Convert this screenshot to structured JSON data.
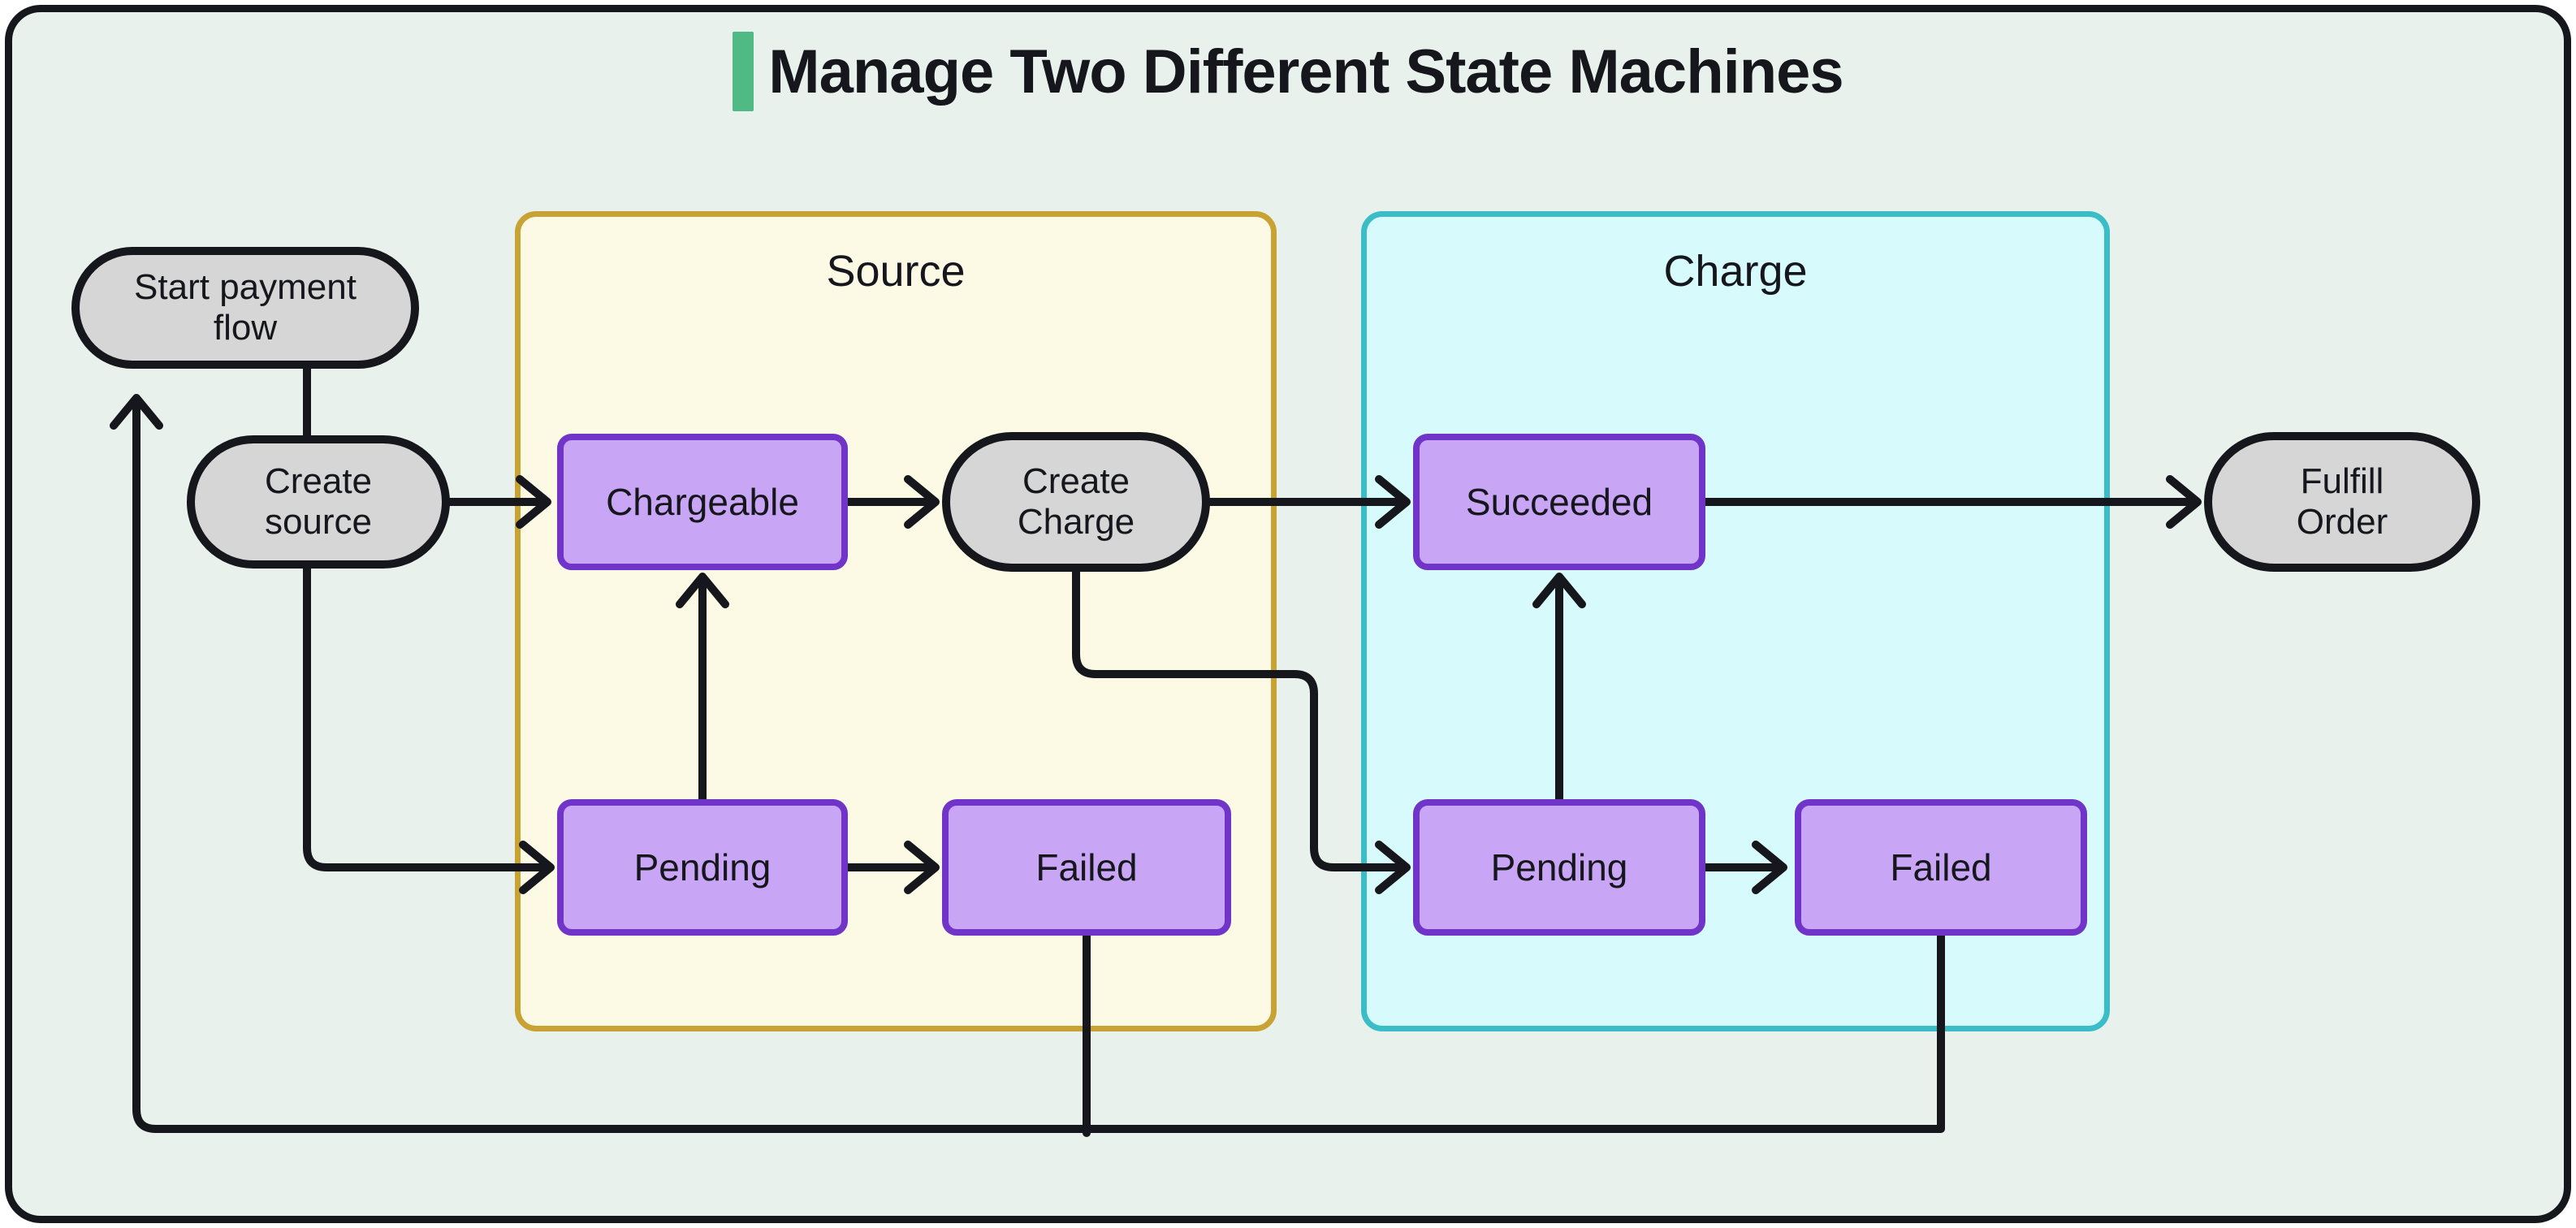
{
  "title": {
    "text": "Manage Two Different State Machines"
  },
  "colors": {
    "accent": "#50ba85",
    "background": "#e9f1ec",
    "frame-border": "#16161d",
    "line": "#16161d",
    "text": "#16161d",
    "pill-fill": "#d6d6d6",
    "state-fill": "#c9a6f5",
    "state-border": "#7134c8",
    "source-fill": "#fcf9e4",
    "source-border": "#c8a233",
    "charge-fill": "#d7fbfc",
    "charge-border": "#3abdc6"
  },
  "groups": {
    "source": {
      "label": "Source"
    },
    "charge": {
      "label": "Charge"
    }
  },
  "nodes": {
    "start": {
      "label": "Start payment\nflow"
    },
    "create_source": {
      "label": "Create\nsource"
    },
    "create_charge": {
      "label": "Create\nCharge"
    },
    "fulfill_order": {
      "label": "Fulfill\nOrder"
    },
    "chargeable": {
      "label": "Chargeable"
    },
    "source_pending": {
      "label": "Pending"
    },
    "source_failed": {
      "label": "Failed"
    },
    "succeeded": {
      "label": "Succeeded"
    },
    "charge_pending": {
      "label": "Pending"
    },
    "charge_failed": {
      "label": "Failed"
    }
  },
  "edges": [
    {
      "from": "start",
      "to": "create_source"
    },
    {
      "from": "create_source",
      "to": "chargeable"
    },
    {
      "from": "create_source",
      "to": "source_pending"
    },
    {
      "from": "source_pending",
      "to": "chargeable"
    },
    {
      "from": "source_pending",
      "to": "source_failed"
    },
    {
      "from": "chargeable",
      "to": "create_charge"
    },
    {
      "from": "create_charge",
      "to": "succeeded"
    },
    {
      "from": "create_charge",
      "to": "charge_pending"
    },
    {
      "from": "charge_pending",
      "to": "succeeded"
    },
    {
      "from": "charge_pending",
      "to": "charge_failed"
    },
    {
      "from": "succeeded",
      "to": "fulfill_order"
    },
    {
      "from": "source_failed",
      "to": "start"
    },
    {
      "from": "charge_failed",
      "to": "start"
    }
  ]
}
